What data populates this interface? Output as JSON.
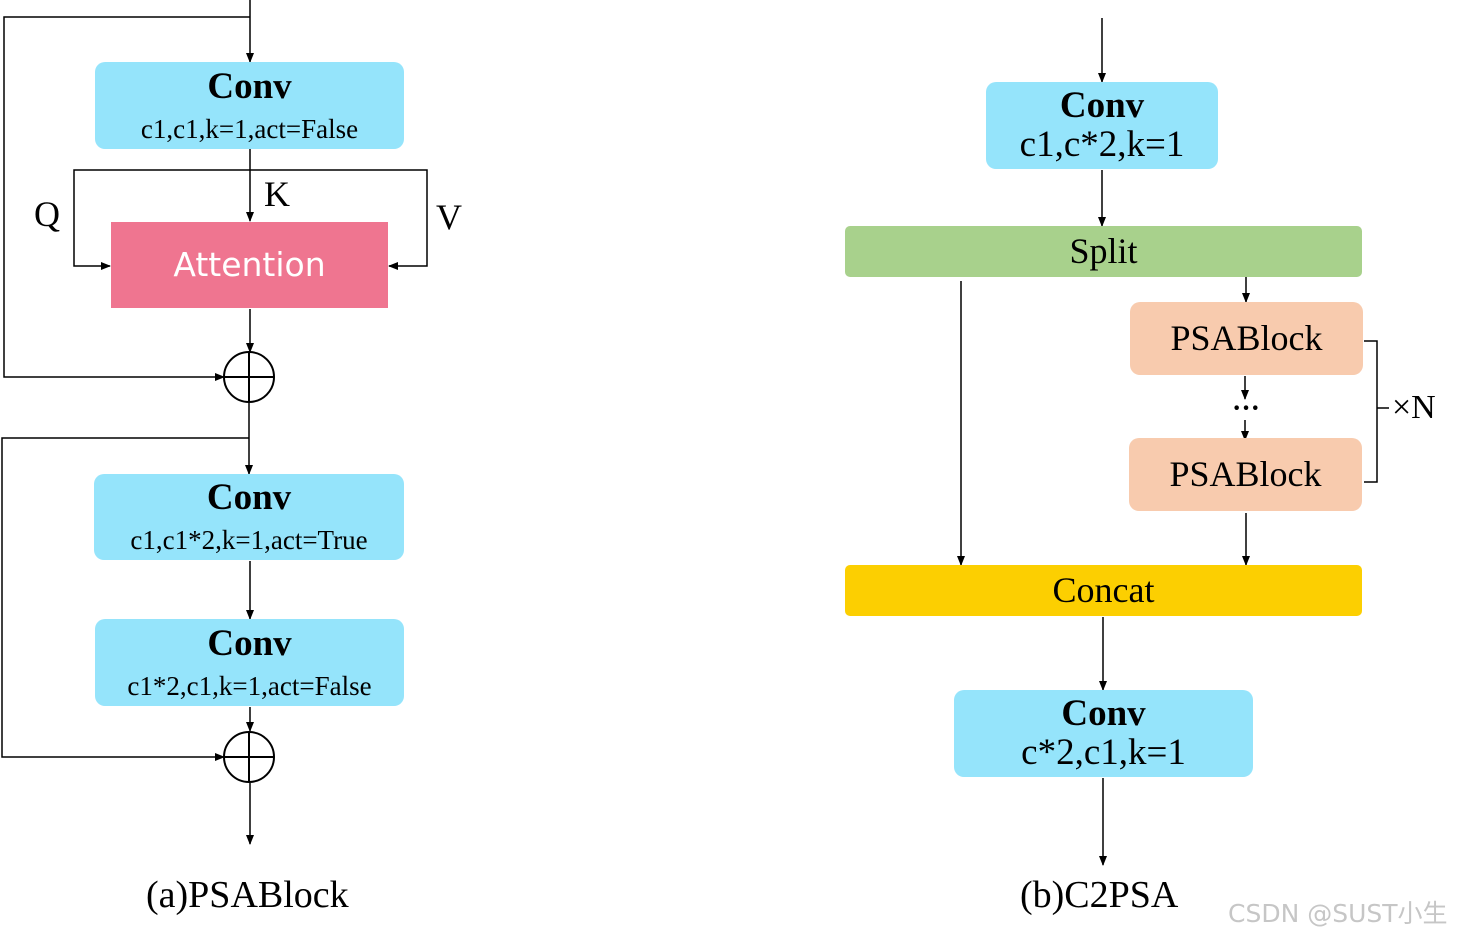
{
  "panel_a": {
    "conv1": {
      "title": "Conv",
      "params": "c1,c1,k=1,act=False"
    },
    "attention": {
      "label": "Attention"
    },
    "q_label": "Q",
    "k_label": "K",
    "v_label": "V",
    "conv2": {
      "title": "Conv",
      "params": "c1,c1*2,k=1,act=True"
    },
    "conv3": {
      "title": "Conv",
      "params": "c1*2,c1,k=1,act=False"
    },
    "caption": "(a)PSABlock"
  },
  "panel_b": {
    "conv_top": {
      "title": "Conv",
      "params": "c1,c*2,k=1"
    },
    "split": {
      "label": "Split"
    },
    "psablock_first": {
      "label": "PSABlock"
    },
    "ellipsis": "···",
    "psablock_last": {
      "label": "PSABlock"
    },
    "repeat_label": "×N",
    "concat": {
      "label": "Concat"
    },
    "conv_bottom": {
      "title": "Conv",
      "params": "c*2,c1,k=1"
    },
    "caption": "(b)C2PSA"
  },
  "watermark": "CSDN @SUST小生",
  "colors": {
    "conv": "#95e4fb",
    "attention": "#ef7590",
    "split": "#a8d18c",
    "concat": "#fccf01",
    "psablock": "#f8cbae",
    "line": "#000000"
  }
}
